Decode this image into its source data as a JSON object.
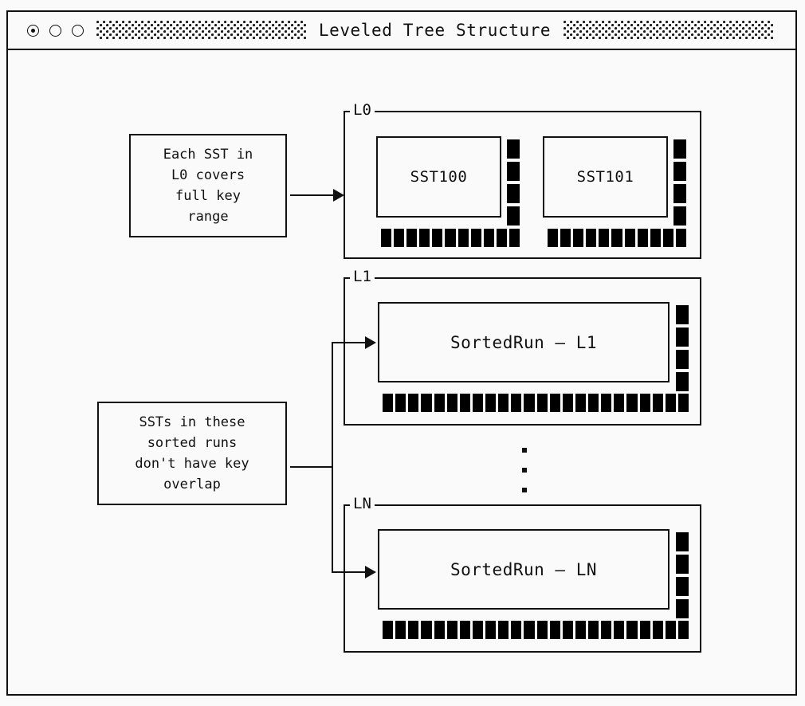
{
  "window": {
    "title": "Leveled Tree Structure",
    "controls": [
      {
        "name": "window-control-target",
        "filled": true
      },
      {
        "name": "window-control-minimize",
        "filled": false
      },
      {
        "name": "window-control-close",
        "filled": false
      }
    ],
    "accent_color": "#111111",
    "background_color": "#fafafa",
    "block_color": "#000000"
  },
  "notes": {
    "l0_note": "Each SST in\nL0 covers\nfull key\nrange",
    "sorted_run_note": "SSTs in these\nsorted runs\ndon't have key\noverlap"
  },
  "levels": [
    {
      "label": "L0",
      "items": [
        {
          "label": "SST100",
          "vblocks": 4,
          "hblocks": 11
        },
        {
          "label": "SST101",
          "vblocks": 4,
          "hblocks": 11
        }
      ]
    },
    {
      "label": "L1",
      "items": [
        {
          "label": "SortedRun – L1",
          "vblocks": 4,
          "hblocks": 24
        }
      ]
    },
    {
      "label": "LN",
      "items": [
        {
          "label": "SortedRun – LN",
          "vblocks": 4,
          "hblocks": 24
        }
      ]
    }
  ],
  "ellipsis": {
    "dots": 3
  }
}
